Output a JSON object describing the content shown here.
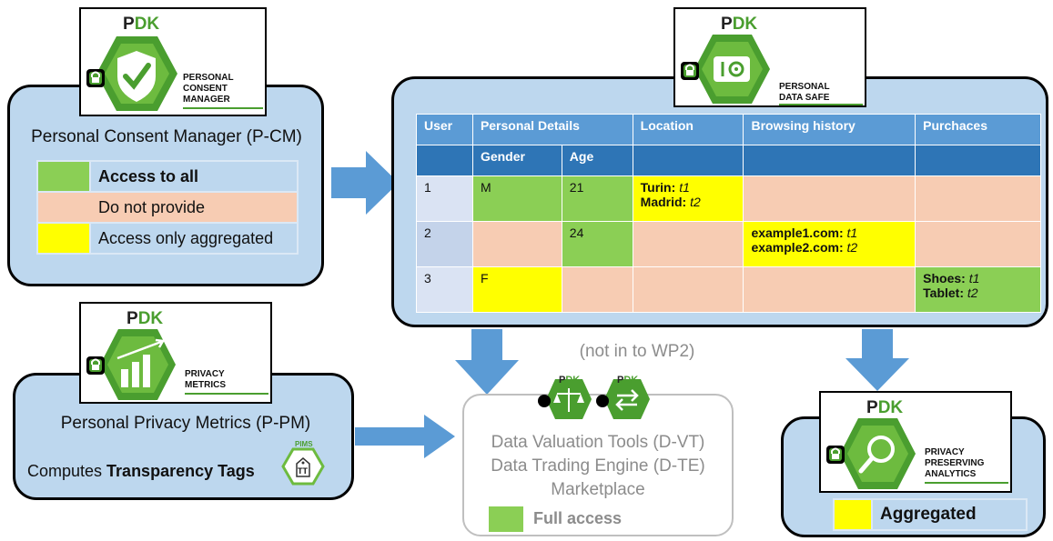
{
  "pcm": {
    "logo_pdk_p": "P",
    "logo_pdk_dk": "DK",
    "logo_name": [
      "PERSONAL",
      "CONSENT",
      "MANAGER"
    ],
    "title": "Personal Consent Manager (P-CM)",
    "legend": [
      {
        "label": "Access to all",
        "color": "#8bcf55"
      },
      {
        "label": "Do not provide",
        "color": "#f7ccb3"
      },
      {
        "label": "Access only aggregated",
        "color": "#ffff00"
      }
    ]
  },
  "pds": {
    "logo_pdk_p": "P",
    "logo_pdk_dk": "DK",
    "logo_name": [
      "PERSONAL",
      "DATA SAFE"
    ],
    "table": {
      "headers": [
        "User",
        "Personal Details",
        "Location",
        "Browsing history",
        "Purchaces"
      ],
      "subheaders": [
        "Gender",
        "Age"
      ],
      "rows": [
        {
          "user": "1",
          "gender": "M",
          "age": "21",
          "location": [
            {
              "place": "Turin",
              "t": "t1"
            },
            {
              "place": "Madrid",
              "t": "t2"
            }
          ],
          "browsing": [],
          "purchases": []
        },
        {
          "user": "2",
          "gender": "",
          "age": "24",
          "location": [],
          "browsing": [
            {
              "place": "example1.com",
              "t": "t1"
            },
            {
              "place": "example2.com",
              "t": "t2"
            }
          ],
          "purchases": []
        },
        {
          "user": "3",
          "gender": "F",
          "age": "",
          "location": [],
          "browsing": [],
          "purchases": [
            {
              "place": "Shoes",
              "t": "t1"
            },
            {
              "place": "Tablet",
              "t": "t2"
            }
          ]
        }
      ]
    }
  },
  "ppm": {
    "logo_pdk_p": "P",
    "logo_pdk_dk": "DK",
    "logo_name": [
      "PRIVACY",
      "METRICS"
    ],
    "title": "Personal Privacy Metrics (P-PM)",
    "computes": "Computes ",
    "computes_bold": "Transparency Tags",
    "tag_header": "PIMS",
    "tag_label": "TT"
  },
  "market": {
    "note": "(not in to WP2)",
    "pdk_p": "P",
    "pdk_dk": "DK",
    "lines": [
      "Data Valuation Tools (D-VT)",
      "Data Trading Engine (D-TE)",
      "Marketplace"
    ],
    "legend_label": "Full access",
    "legend_color": "#8bcf55"
  },
  "ppa": {
    "logo_pdk_p": "P",
    "logo_pdk_dk": "DK",
    "logo_name": [
      "PRIVACY",
      "PRESERVING",
      "ANALYTICS"
    ],
    "legend_label": "Aggregated",
    "legend_color": "#ffff00"
  },
  "colors": {
    "box_fill": "#bdd7ee",
    "arrow": "#5b9bd5",
    "pdk_green": "#4a9e2f",
    "header_light": "#5b9bd5",
    "header_dark": "#2e75b6"
  }
}
